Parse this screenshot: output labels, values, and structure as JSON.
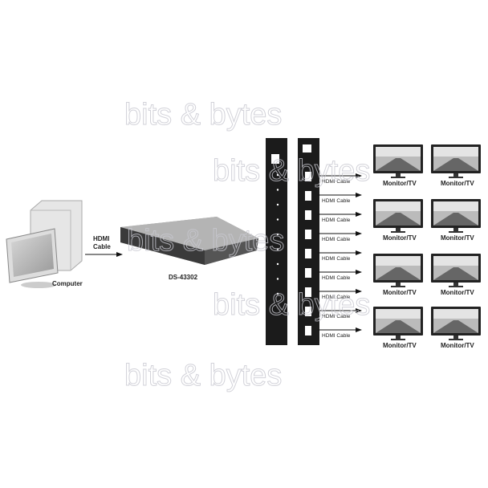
{
  "watermark": "bits & bytes",
  "computer_label": "Computer",
  "input_cable_label": [
    "HDMI",
    "Cable"
  ],
  "device_model": "DS-43302",
  "output_cable_label": "HDMI Cable",
  "output_count": 9,
  "monitor_label": "Monitor/TV",
  "monitor_count": 8,
  "colors": {
    "panel": "#1b1b1b",
    "device": "#8a8a8a",
    "text": "#222222"
  }
}
